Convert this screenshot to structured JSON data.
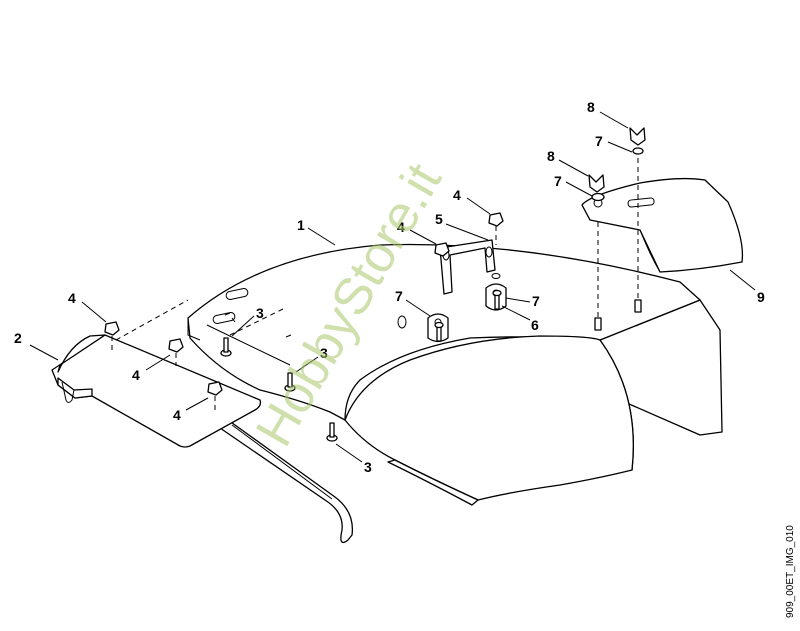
{
  "watermark": "HobbyStore.it",
  "drawing_code": "909_00ET_IMG_010",
  "colors": {
    "watermark": "#a8c66a",
    "lines": "#000000",
    "background": "#ffffff"
  },
  "labels": {
    "l1": "1",
    "l2": "2",
    "l3a": "3",
    "l3b": "3",
    "l3c": "3",
    "l4a": "4",
    "l4b": "4",
    "l4c": "4",
    "l4d": "4",
    "l4e": "4",
    "l5": "5",
    "l6": "6",
    "l7a": "7",
    "l7b": "7",
    "l7c": "7",
    "l7d": "7",
    "l8a": "8",
    "l8b": "8",
    "l9": "9"
  }
}
